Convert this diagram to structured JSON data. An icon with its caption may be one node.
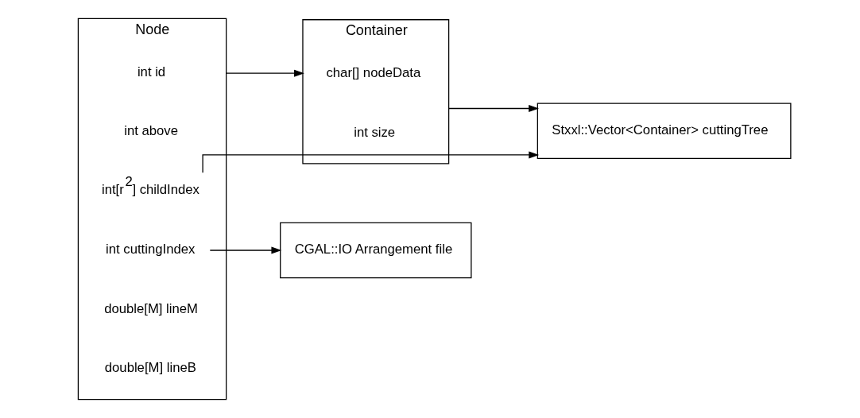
{
  "diagram": {
    "nodes": [
      {
        "text": [
          "Node"
        ]
      },
      {
        "text": [
          "int id"
        ],
        "in": 0
      },
      {
        "text": [
          "int above"
        ],
        "in": 0
      },
      {
        "text": [
          "int[r$^{2}$] childIndex"
        ],
        "in": 0
      },
      {
        "text": [
          "int cuttingIndex"
        ],
        "in": 0
      },
      {
        "text": [
          "double[M] lineM"
        ],
        "in": 0
      },
      {
        "text": [
          "double[M] lineB"
        ],
        "in": 0
      },
      {
        "text": [
          "Container"
        ]
      },
      {
        "text": [
          "char[] nodeData"
        ],
        "in": 7
      },
      {
        "text": [
          "int size"
        ],
        "in": 7
      },
      {
        "text": [
          "Stxxl::Vector<Container> cuttingTree"
        ]
      },
      {
        "text": [
          "CGAL::IO Arrangement file"
        ]
      }
    ],
    "edges": [
      {
        "from": 0,
        "to": 7,
        "arrow": "to"
      },
      {
        "from": 7,
        "to": 10,
        "arrow": "to"
      },
      {
        "from": 3,
        "to": 10,
        "arrow": "to"
      },
      {
        "from": 4,
        "to": 11,
        "arrow": "to"
      }
    ]
  }
}
